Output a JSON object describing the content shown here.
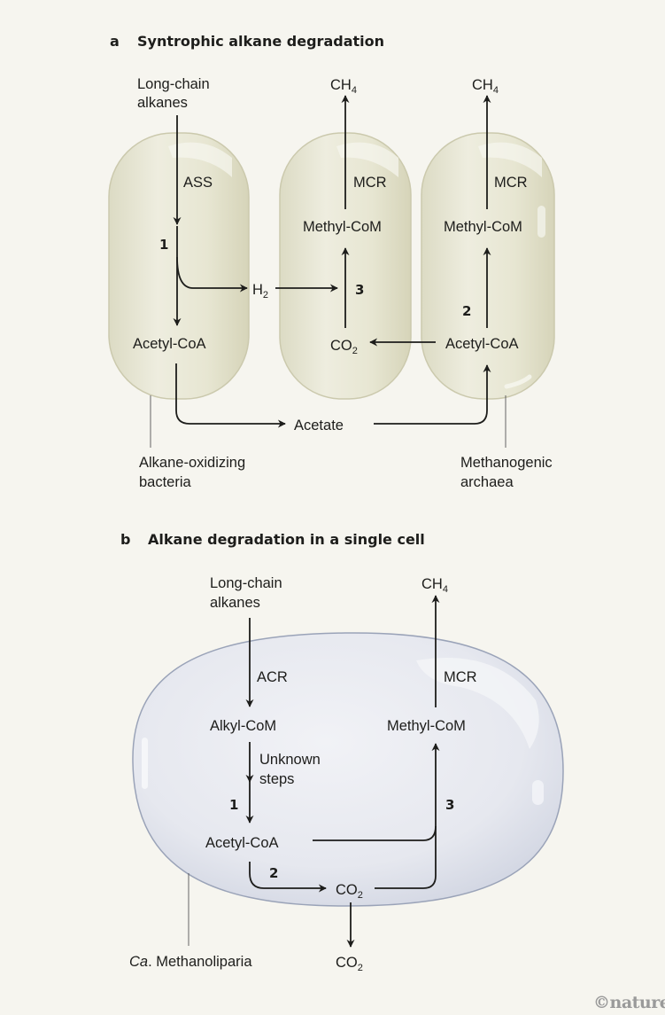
{
  "panel_a": {
    "letter": "a",
    "title": "Syntrophic alkane degradation",
    "input": [
      "Long-chain",
      "alkanes"
    ],
    "enzyme_ass": "ASS",
    "step1": "1",
    "h2_base": "H",
    "h2_sub": "2",
    "acetyl_coa_left": "Acetyl-CoA",
    "acetate": "Acetate",
    "ch4_mid_base": "CH",
    "ch4_mid_sub": "4",
    "mcr_mid": "MCR",
    "methyl_com_mid": "Methyl-CoM",
    "step3": "3",
    "co2_base": "CO",
    "co2_sub": "2",
    "ch4_right_base": "CH",
    "ch4_right_sub": "4",
    "mcr_right": "MCR",
    "methyl_com_right": "Methyl-CoM",
    "step2": "2",
    "acetyl_coa_right": "Acetyl-CoA",
    "label_bacteria": [
      "Alkane-oxidizing",
      "bacteria"
    ],
    "label_archaea": [
      "Methanogenic",
      "archaea"
    ],
    "colors": {
      "cell_fill": "#e6e5d2",
      "cell_edge": "#c9c7a9"
    }
  },
  "panel_b": {
    "letter": "b",
    "title": "Alkane degradation in a single cell",
    "input": [
      "Long-chain",
      "alkanes"
    ],
    "enzyme_acr": "ACR",
    "alkyl_com": "Alkyl-CoM",
    "unknown_steps": [
      "Unknown",
      "steps"
    ],
    "step1": "1",
    "acetyl_coa": "Acetyl-CoA",
    "step2": "2",
    "co2_inner_base": "CO",
    "co2_inner_sub": "2",
    "step3": "3",
    "methyl_com": "Methyl-CoM",
    "mcr": "MCR",
    "ch4_base": "CH",
    "ch4_sub": "4",
    "co2_out_base": "CO",
    "co2_out_sub": "2",
    "organism_italic": "Ca",
    "organism_rest": ". Methanoliparia",
    "colors": {
      "cell_fill": "#e3e5ee",
      "cell_edge": "#9aa3b8"
    }
  },
  "credit": "©nature"
}
